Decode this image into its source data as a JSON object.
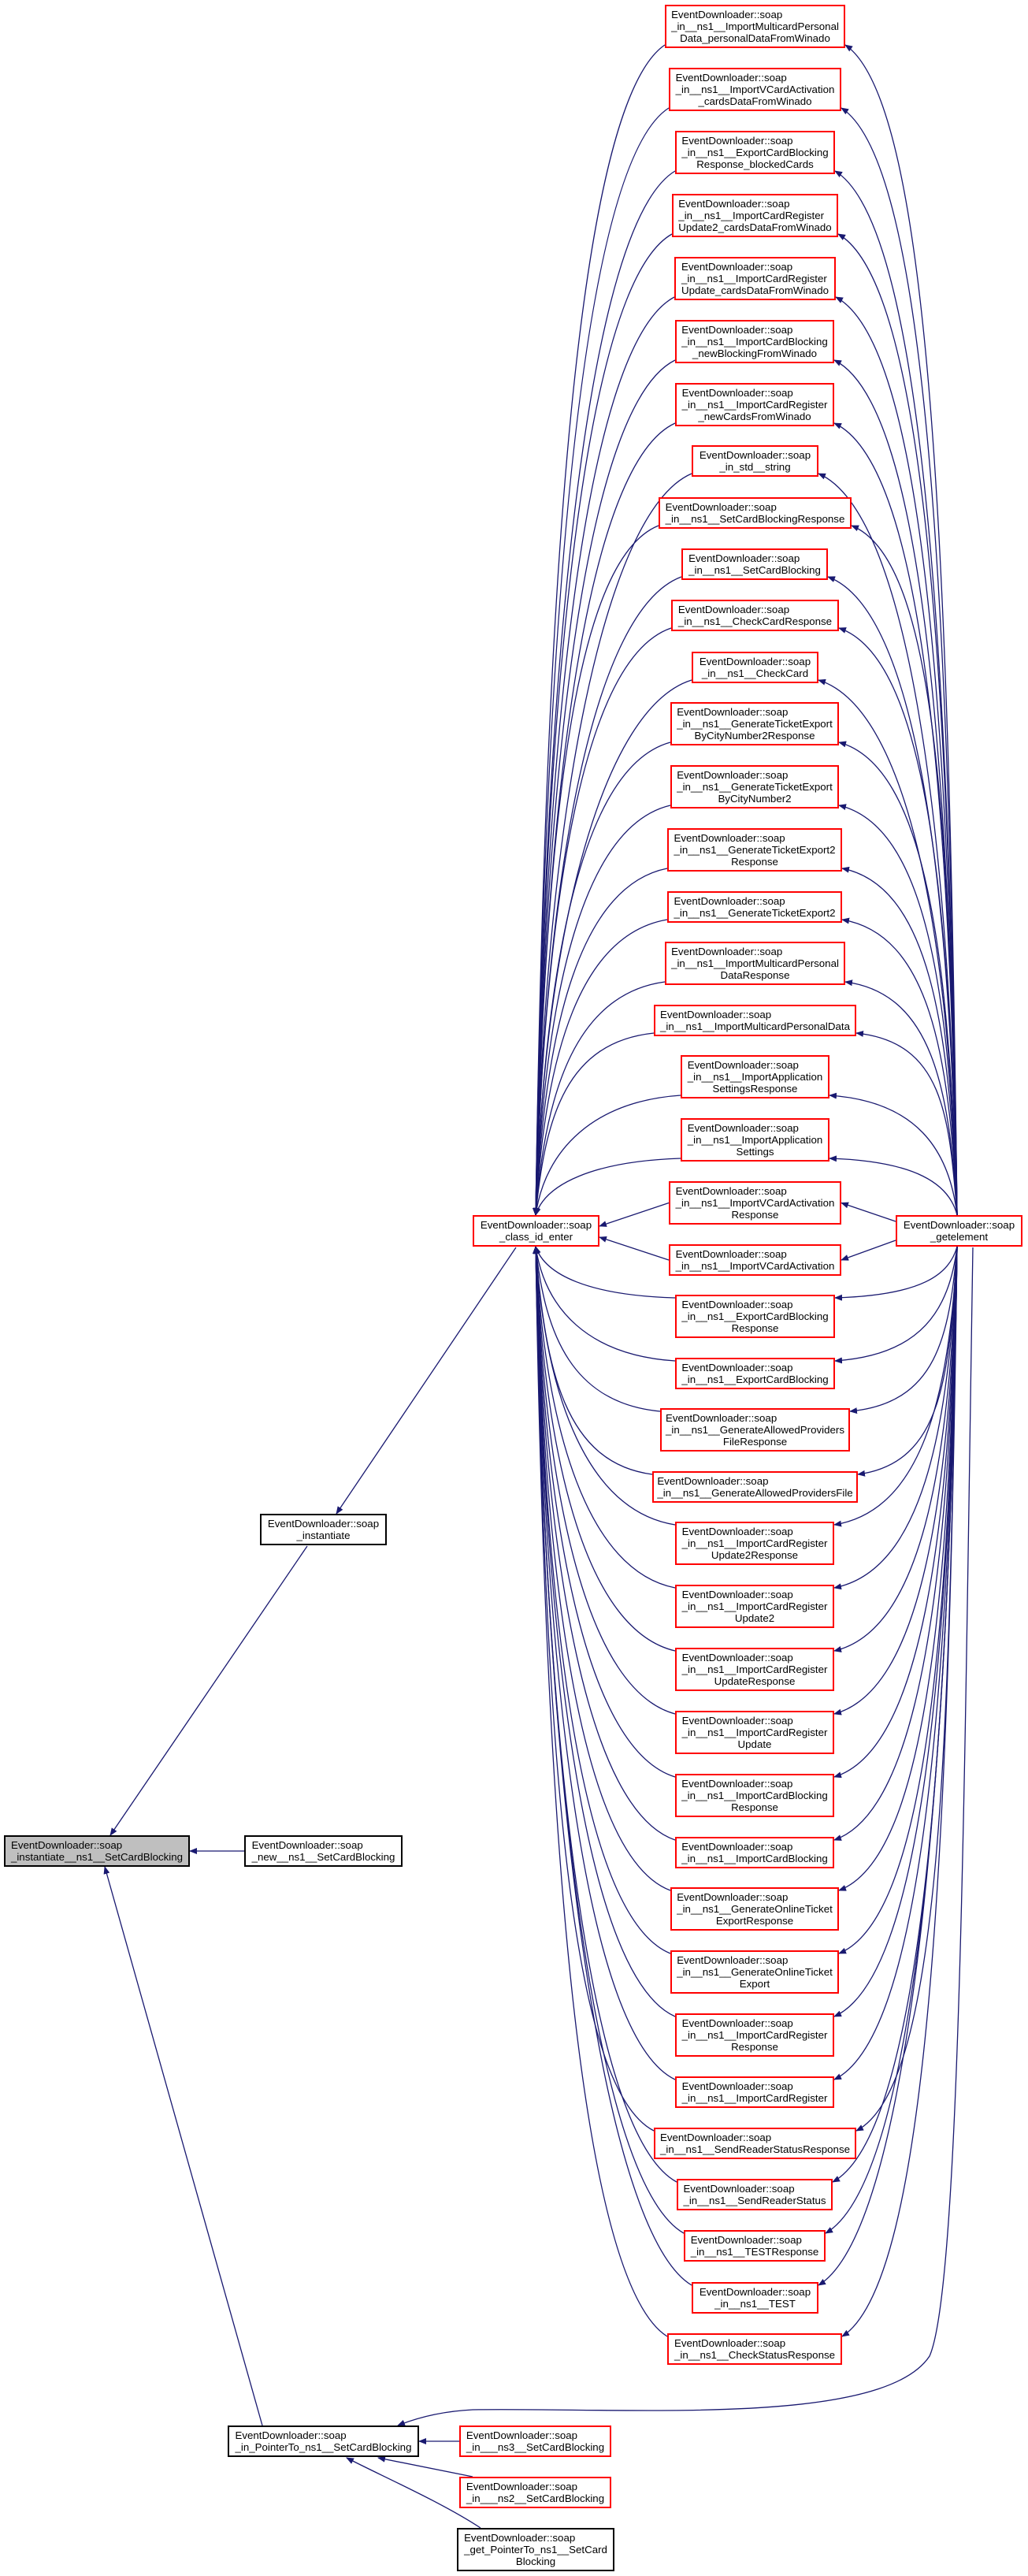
{
  "colors": {
    "red": "#ff0000",
    "black": "#000000",
    "edge": "#191970",
    "focus_fill": "#bfbfbf"
  },
  "nodes": {
    "focus": {
      "lines": [
        "EventDownloader::soap",
        "_instantiate__ns1__SetCardBlocking"
      ],
      "border": "black"
    },
    "instantiate": {
      "lines": [
        "EventDownloader::soap",
        "_instantiate"
      ],
      "border": "black"
    },
    "new": {
      "lines": [
        "EventDownloader::soap",
        "_new__ns1__SetCardBlocking"
      ],
      "border": "black"
    },
    "class_id": {
      "lines": [
        "EventDownloader::soap",
        "_class_id_enter"
      ],
      "border": "red"
    },
    "getelement": {
      "lines": [
        "EventDownloader::soap",
        "_getelement"
      ],
      "border": "red"
    },
    "pointer_to": {
      "lines": [
        "EventDownloader::soap",
        "_in_PointerTo_ns1__SetCardBlocking"
      ],
      "border": "black"
    },
    "ns3": {
      "lines": [
        "EventDownloader::soap",
        "_in___ns3__SetCardBlocking"
      ],
      "border": "red"
    },
    "ns2": {
      "lines": [
        "EventDownloader::soap",
        "_in___ns2__SetCardBlocking"
      ],
      "border": "red"
    },
    "get_pointer": {
      "lines": [
        "EventDownloader::soap",
        "_get_PointerTo_ns1__SetCard",
        "Blocking"
      ],
      "border": "black"
    }
  },
  "column": [
    {
      "lines": [
        "EventDownloader::soap",
        "_in__ns1__ImportMulticardPersonal",
        "Data_personalDataFromWinado"
      ]
    },
    {
      "lines": [
        "EventDownloader::soap",
        "_in__ns1__ImportVCardActivation",
        "_cardsDataFromWinado"
      ]
    },
    {
      "lines": [
        "EventDownloader::soap",
        "_in__ns1__ExportCardBlocking",
        "Response_blockedCards"
      ]
    },
    {
      "lines": [
        "EventDownloader::soap",
        "_in__ns1__ImportCardRegister",
        "Update2_cardsDataFromWinado"
      ]
    },
    {
      "lines": [
        "EventDownloader::soap",
        "_in__ns1__ImportCardRegister",
        "Update_cardsDataFromWinado"
      ]
    },
    {
      "lines": [
        "EventDownloader::soap",
        "_in__ns1__ImportCardBlocking",
        "_newBlockingFromWinado"
      ]
    },
    {
      "lines": [
        "EventDownloader::soap",
        "_in__ns1__ImportCardRegister",
        "_newCardsFromWinado"
      ]
    },
    {
      "lines": [
        "EventDownloader::soap",
        "_in_std__string"
      ]
    },
    {
      "lines": [
        "EventDownloader::soap",
        "_in__ns1__SetCardBlockingResponse"
      ]
    },
    {
      "lines": [
        "EventDownloader::soap",
        "_in__ns1__SetCardBlocking"
      ]
    },
    {
      "lines": [
        "EventDownloader::soap",
        "_in__ns1__CheckCardResponse"
      ]
    },
    {
      "lines": [
        "EventDownloader::soap",
        "_in__ns1__CheckCard"
      ]
    },
    {
      "lines": [
        "EventDownloader::soap",
        "_in__ns1__GenerateTicketExport",
        "ByCityNumber2Response"
      ]
    },
    {
      "lines": [
        "EventDownloader::soap",
        "_in__ns1__GenerateTicketExport",
        "ByCityNumber2"
      ]
    },
    {
      "lines": [
        "EventDownloader::soap",
        "_in__ns1__GenerateTicketExport2",
        "Response"
      ]
    },
    {
      "lines": [
        "EventDownloader::soap",
        "_in__ns1__GenerateTicketExport2"
      ]
    },
    {
      "lines": [
        "EventDownloader::soap",
        "_in__ns1__ImportMulticardPersonal",
        "DataResponse"
      ]
    },
    {
      "lines": [
        "EventDownloader::soap",
        "_in__ns1__ImportMulticardPersonalData"
      ]
    },
    {
      "lines": [
        "EventDownloader::soap",
        "_in__ns1__ImportApplication",
        "SettingsResponse"
      ]
    },
    {
      "lines": [
        "EventDownloader::soap",
        "_in__ns1__ImportApplication",
        "Settings"
      ]
    },
    {
      "lines": [
        "EventDownloader::soap",
        "_in__ns1__ImportVCardActivation",
        "Response"
      ]
    },
    {
      "lines": [
        "EventDownloader::soap",
        "_in__ns1__ImportVCardActivation"
      ]
    },
    {
      "lines": [
        "EventDownloader::soap",
        "_in__ns1__ExportCardBlocking",
        "Response"
      ]
    },
    {
      "lines": [
        "EventDownloader::soap",
        "_in__ns1__ExportCardBlocking"
      ]
    },
    {
      "lines": [
        "EventDownloader::soap",
        "_in__ns1__GenerateAllowedProviders",
        "FileResponse"
      ]
    },
    {
      "lines": [
        "EventDownloader::soap",
        "_in__ns1__GenerateAllowedProvidersFile"
      ]
    },
    {
      "lines": [
        "EventDownloader::soap",
        "_in__ns1__ImportCardRegister",
        "Update2Response"
      ]
    },
    {
      "lines": [
        "EventDownloader::soap",
        "_in__ns1__ImportCardRegister",
        "Update2"
      ]
    },
    {
      "lines": [
        "EventDownloader::soap",
        "_in__ns1__ImportCardRegister",
        "UpdateResponse"
      ]
    },
    {
      "lines": [
        "EventDownloader::soap",
        "_in__ns1__ImportCardRegister",
        "Update"
      ]
    },
    {
      "lines": [
        "EventDownloader::soap",
        "_in__ns1__ImportCardBlocking",
        "Response"
      ]
    },
    {
      "lines": [
        "EventDownloader::soap",
        "_in__ns1__ImportCardBlocking"
      ]
    },
    {
      "lines": [
        "EventDownloader::soap",
        "_in__ns1__GenerateOnlineTicket",
        "ExportResponse"
      ]
    },
    {
      "lines": [
        "EventDownloader::soap",
        "_in__ns1__GenerateOnlineTicket",
        "Export"
      ]
    },
    {
      "lines": [
        "EventDownloader::soap",
        "_in__ns1__ImportCardRegister",
        "Response"
      ]
    },
    {
      "lines": [
        "EventDownloader::soap",
        "_in__ns1__ImportCardRegister"
      ]
    },
    {
      "lines": [
        "EventDownloader::soap",
        "_in__ns1__SendReaderStatusResponse"
      ]
    },
    {
      "lines": [
        "EventDownloader::soap",
        "_in__ns1__SendReaderStatus"
      ]
    },
    {
      "lines": [
        "EventDownloader::soap",
        "_in__ns1__TESTResponse"
      ]
    },
    {
      "lines": [
        "EventDownloader::soap",
        "_in__ns1__TEST"
      ]
    },
    {
      "lines": [
        "EventDownloader::soap",
        "_in__ns1__CheckStatusResponse"
      ]
    }
  ]
}
